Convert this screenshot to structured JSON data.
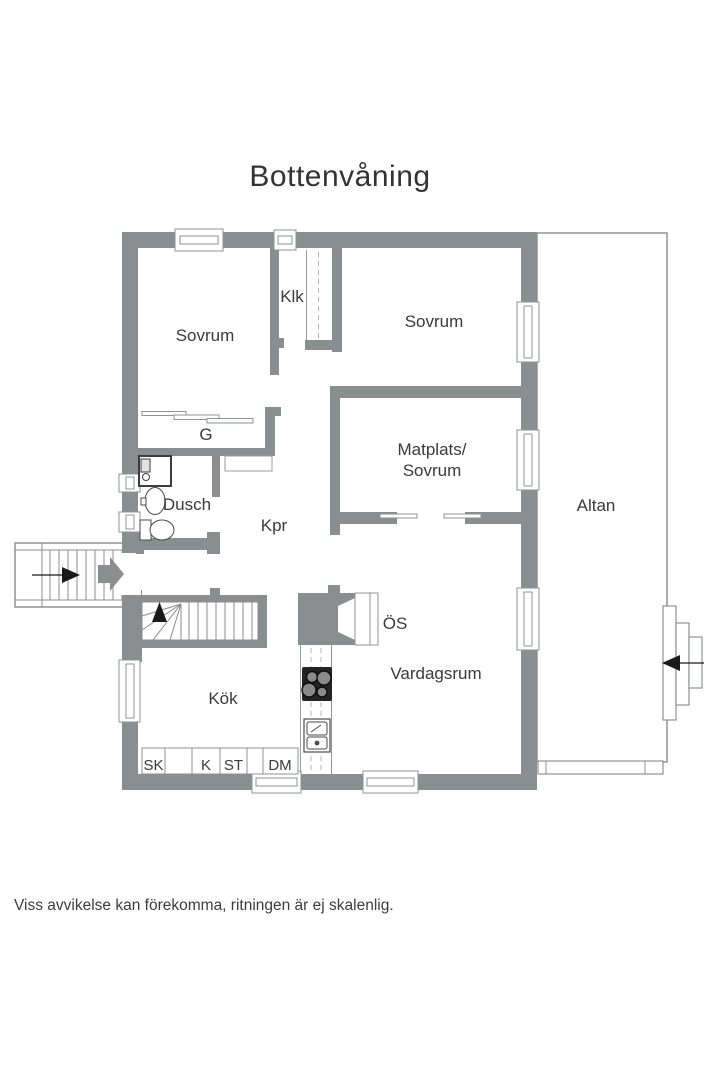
{
  "page": {
    "title": "Bottenvåning",
    "disclaimer": "Viss avvikelse kan förekomma, ritningen är ej skalenlig."
  },
  "floorplan": {
    "rooms": {
      "sovrum_1": "Sovrum",
      "klk": "Klk",
      "sovrum_2": "Sovrum",
      "garderob": "G",
      "matplats_line1": "Matplats/",
      "matplats_line2": "Sovrum",
      "dusch": "Dusch",
      "kpr": "Kpr",
      "altan": "Altan",
      "oppen_spis": "ÖS",
      "vardagsrum": "Vardagsrum",
      "kok": "Kök"
    },
    "kitchen_units": [
      "SK",
      "K",
      "ST",
      "DM"
    ],
    "colors": {
      "wall": "#8a8e8e",
      "text": "#3a3a3a",
      "fixture_outline": "#4a4a4a",
      "thin_outline": "#8f9393"
    }
  }
}
